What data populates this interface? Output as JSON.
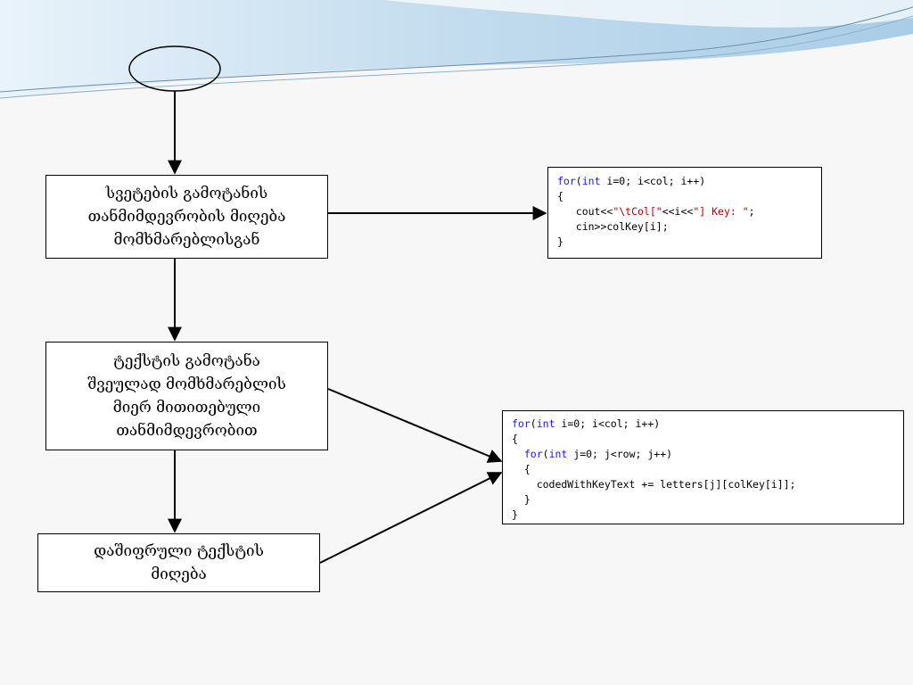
{
  "flowchart": {
    "start_terminal": "",
    "step1": "სვეტების გამოტანის\nთანმიმდევრობის მიღება\nმომხმარებლისგან",
    "step2": "ტექსტის გამოტანა\nშვეულად მომხმარებლის\nმიერ მითითებული\nთანმიმდევრობით",
    "step3": "დაშიფრული ტექსტის\nმიღება"
  },
  "code_blocks": [
    {
      "lines": [
        [
          {
            "t": "for",
            "k": "kw"
          },
          {
            "t": "(",
            "k": ""
          },
          {
            "t": "int",
            "k": "kw"
          },
          {
            "t": " i=0; i<col; i++)",
            "k": ""
          }
        ],
        [
          {
            "t": "{",
            "k": ""
          }
        ],
        [
          {
            "t": "   cout<<",
            "k": ""
          },
          {
            "t": "\"\\tCol[\"",
            "k": "str"
          },
          {
            "t": "<<i<<",
            "k": ""
          },
          {
            "t": "\"] Key: \"",
            "k": "str"
          },
          {
            "t": ";",
            "k": ""
          }
        ],
        [
          {
            "t": "   cin>>colKey[i];",
            "k": ""
          }
        ],
        [
          {
            "t": "}",
            "k": ""
          }
        ]
      ]
    },
    {
      "lines": [
        [
          {
            "t": "for",
            "k": "kw"
          },
          {
            "t": "(",
            "k": ""
          },
          {
            "t": "int",
            "k": "kw"
          },
          {
            "t": " i=0; i<col; i++)",
            "k": ""
          }
        ],
        [
          {
            "t": "{",
            "k": ""
          }
        ],
        [
          {
            "t": "  ",
            "k": ""
          },
          {
            "t": "for",
            "k": "kw"
          },
          {
            "t": "(",
            "k": ""
          },
          {
            "t": "int",
            "k": "kw"
          },
          {
            "t": " j=0; j<row; j++)",
            "k": ""
          }
        ],
        [
          {
            "t": "  {",
            "k": ""
          }
        ],
        [
          {
            "t": "    codedWithKeyText += letters[j][colKey[i]];",
            "k": ""
          }
        ],
        [
          {
            "t": "  }",
            "k": ""
          }
        ],
        [
          {
            "t": "}",
            "k": ""
          }
        ]
      ]
    }
  ],
  "colors": {
    "background": "#f7f7f7",
    "border": "#000000",
    "keyword": "#1a1aff",
    "string": "#b30000",
    "header_wave": "#bcd9ee"
  }
}
